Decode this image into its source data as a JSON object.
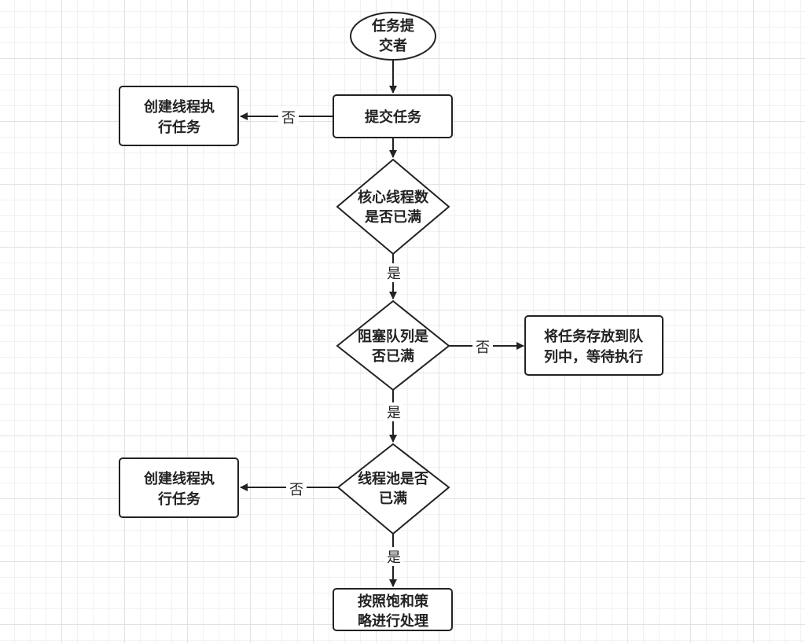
{
  "nodes": {
    "start": {
      "lines": [
        "任务提",
        "交者"
      ]
    },
    "submit": {
      "lines": [
        "提交任务"
      ]
    },
    "create_thread_1": {
      "lines": [
        "创建线程执",
        "行任务"
      ]
    },
    "core_full": {
      "lines": [
        "核心线程数",
        "是否已满"
      ]
    },
    "queue_full": {
      "lines": [
        "阻塞队列是",
        "否已满"
      ]
    },
    "enqueue": {
      "lines": [
        "将任务存放到队",
        "列中，等待执行"
      ]
    },
    "pool_full": {
      "lines": [
        "线程池是否",
        "已满"
      ]
    },
    "create_thread_2": {
      "lines": [
        "创建线程执",
        "行任务"
      ]
    },
    "reject": {
      "lines": [
        "按照饱和策",
        "略进行处理"
      ]
    }
  },
  "edges": {
    "submit_to_create_1": {
      "label": "否"
    },
    "core_to_queue": {
      "label": "是"
    },
    "queue_to_enqueue": {
      "label": "否"
    },
    "queue_to_pool": {
      "label": "是"
    },
    "pool_to_create_2": {
      "label": "否"
    },
    "pool_to_reject": {
      "label": "是"
    }
  }
}
